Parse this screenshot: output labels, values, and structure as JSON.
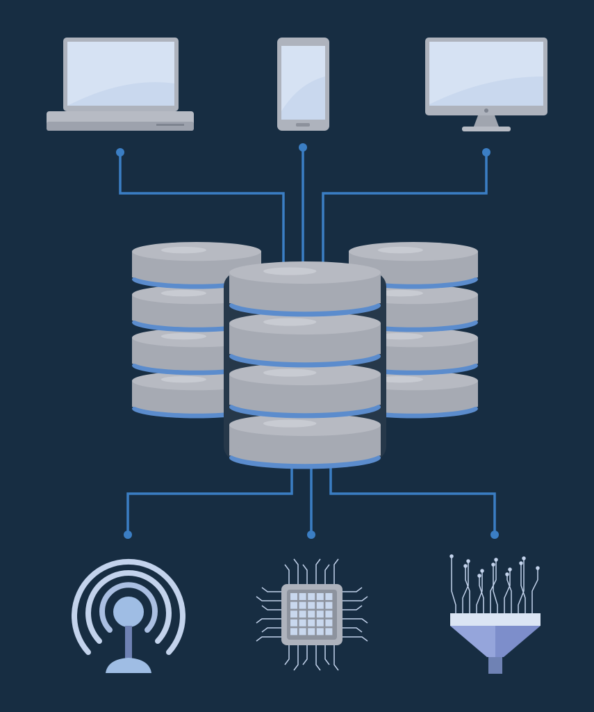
{
  "colors": {
    "background": "#172d42",
    "connector": "#3b7ec4",
    "device_body": "#aeb3bd",
    "device_screen": "#c9d8ee",
    "disk_gray": "#a6aab3",
    "disk_top": "#b7bac2",
    "disk_band": "#5b8ccd",
    "icon_light": "#c3d3ec"
  },
  "top_devices": [
    "laptop-icon",
    "smartphone-icon",
    "desktop-monitor-icon"
  ],
  "center": [
    "database-server-stack-left",
    "database-server-stack-center",
    "database-server-stack-right"
  ],
  "bottom_devices": [
    "wifi-antenna-icon",
    "cpu-chip-icon",
    "data-filter-funnel-icon"
  ]
}
